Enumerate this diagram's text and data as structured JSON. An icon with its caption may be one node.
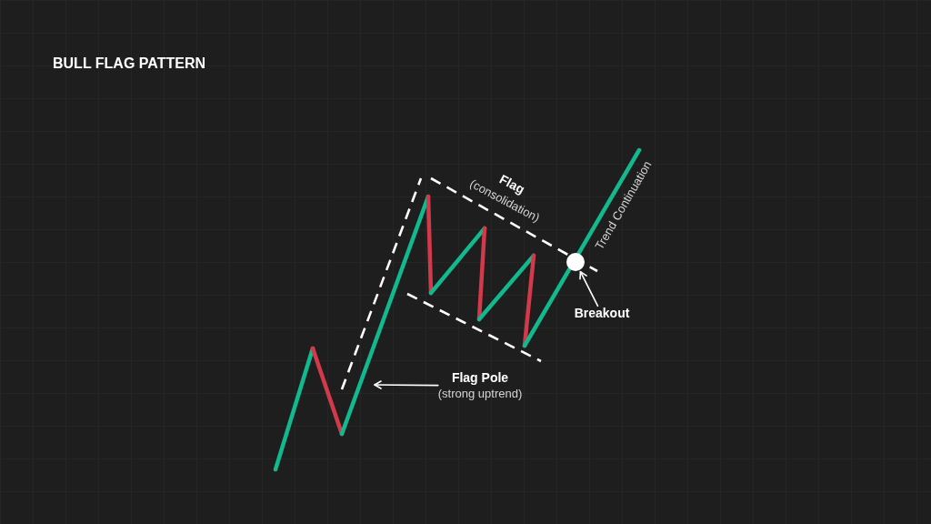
{
  "diagram": {
    "title": "BULL FLAG PATTERN",
    "nodes": [
      {
        "text": [
          "Flag Pole",
          "(strong uptrend)"
        ]
      },
      {
        "text": [
          "Breakout"
        ]
      },
      {
        "text": [],
        "shape": "circle"
      }
    ],
    "edges": [
      {
        "from": 0,
        "to": null,
        "arrow": "to"
      },
      {
        "from": 1,
        "to": 2,
        "arrow": "to"
      }
    ],
    "labels": [
      "Flag",
      "(consolidation)",
      "Trend Continuation"
    ]
  }
}
